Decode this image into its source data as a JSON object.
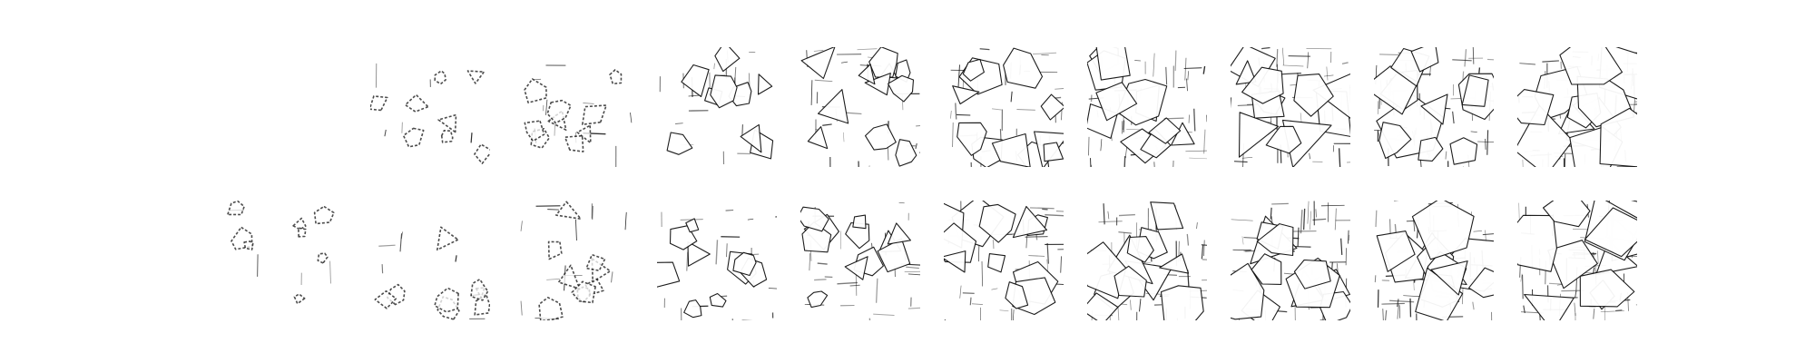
{
  "figure": {
    "background": "#ffffff",
    "ink_color": "#111111",
    "rows": [
      {
        "id": "row-1",
        "tiles": [
          {
            "step": 1,
            "present": false,
            "fill": 0.0
          },
          {
            "step": 2,
            "present": true,
            "fill": 0.05
          },
          {
            "step": 3,
            "present": true,
            "fill": 0.12
          },
          {
            "step": 4,
            "present": true,
            "fill": 0.22
          },
          {
            "step": 5,
            "present": true,
            "fill": 0.32
          },
          {
            "step": 6,
            "present": true,
            "fill": 0.42
          },
          {
            "step": 7,
            "present": true,
            "fill": 0.55
          },
          {
            "step": 8,
            "present": true,
            "fill": 0.62
          },
          {
            "step": 9,
            "present": true,
            "fill": 0.72
          },
          {
            "step": 10,
            "present": true,
            "fill": 0.8
          }
        ]
      },
      {
        "id": "row-2",
        "tiles": [
          {
            "step": 1,
            "present": true,
            "fill": 0.04
          },
          {
            "step": 2,
            "present": true,
            "fill": 0.08
          },
          {
            "step": 3,
            "present": true,
            "fill": 0.14
          },
          {
            "step": 4,
            "present": true,
            "fill": 0.22
          },
          {
            "step": 5,
            "present": true,
            "fill": 0.34
          },
          {
            "step": 6,
            "present": true,
            "fill": 0.46
          },
          {
            "step": 7,
            "present": true,
            "fill": 0.58
          },
          {
            "step": 8,
            "present": true,
            "fill": 0.66
          },
          {
            "step": 9,
            "present": true,
            "fill": 0.74
          },
          {
            "step": 10,
            "present": true,
            "fill": 0.82
          }
        ]
      }
    ]
  }
}
